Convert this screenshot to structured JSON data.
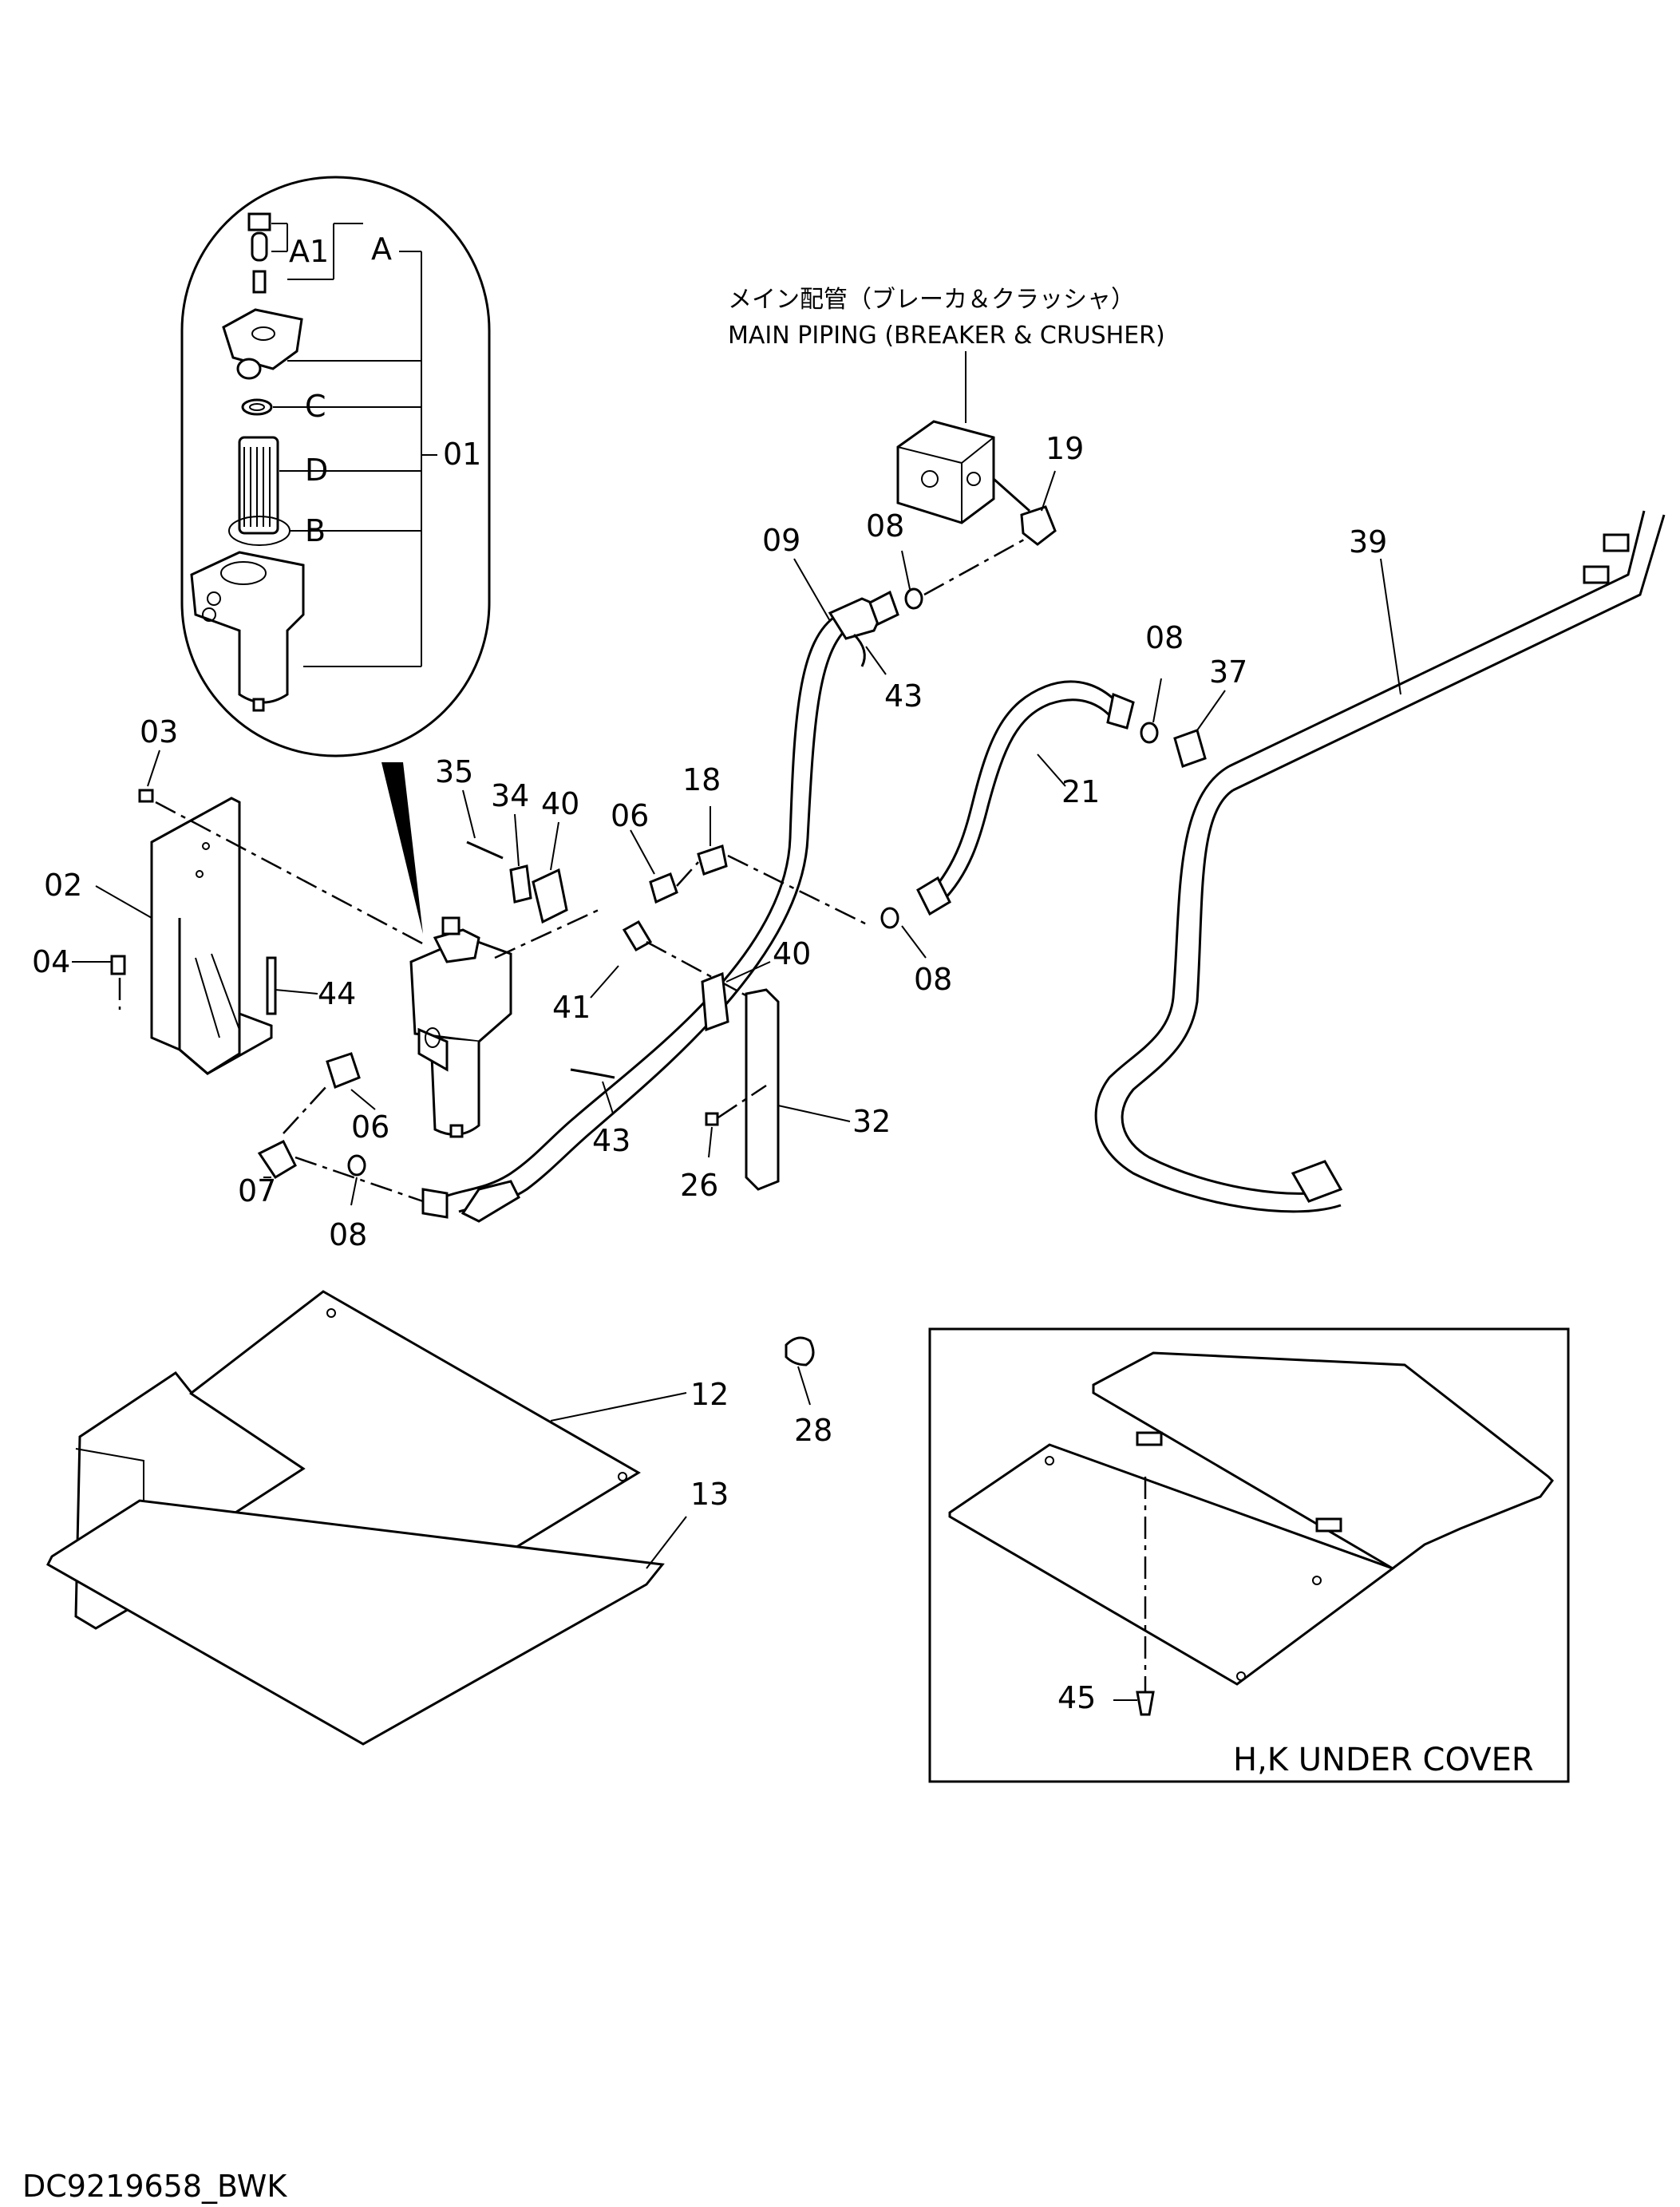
{
  "drawing_id": "DC9219658_BWK",
  "main_piping_label_ja": "メイン配管（ブレーカ＆クラッシャ）",
  "main_piping_label_en": "MAIN  PIPING  (BREAKER & CRUSHER)",
  "inset_caption": "H,K UNDER COVER",
  "subparts": {
    "a1": "A1",
    "a": "A",
    "c": "C",
    "d": "D",
    "b": "B",
    "assy": "01"
  },
  "callouts": {
    "p02": "02",
    "p03": "03",
    "p04": "04",
    "p06a": "06",
    "p06b": "06",
    "p07": "07",
    "p08a": "08",
    "p08b": "08",
    "p08c": "08",
    "p08d": "08",
    "p09": "09",
    "p12": "12",
    "p13": "13",
    "p18": "18",
    "p19": "19",
    "p21": "21",
    "p26": "26",
    "p28": "28",
    "p32": "32",
    "p34": "34",
    "p35": "35",
    "p37": "37",
    "p39": "39",
    "p40a": "40",
    "p40b": "40",
    "p41": "41",
    "p43a": "43",
    "p43b": "43",
    "p44": "44",
    "p45": "45"
  }
}
